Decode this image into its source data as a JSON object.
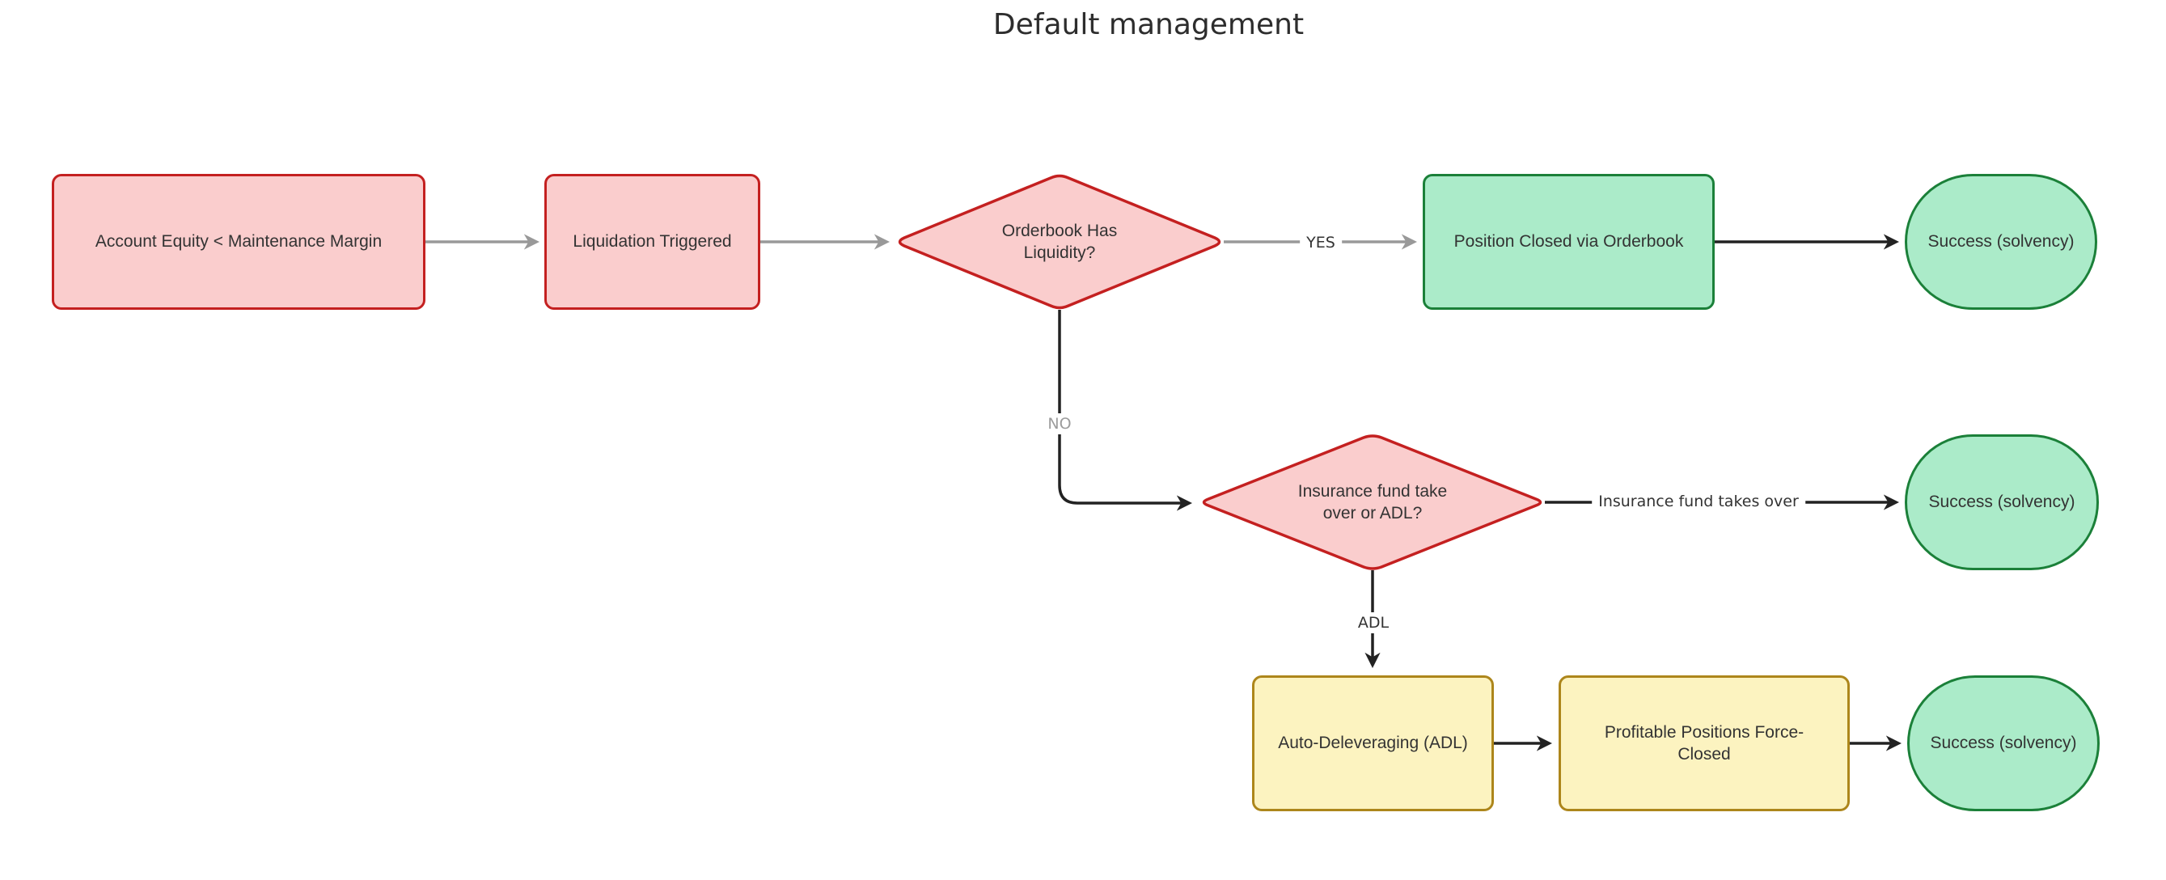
{
  "title": "Default management",
  "colors": {
    "red_fill": "#FACDCD",
    "red_stroke": "#C42020",
    "green_fill": "#ABEBC9",
    "green_stroke": "#1B8039",
    "yellow_fill": "#FCF3C0",
    "yellow_stroke": "#AD861B",
    "gray_edge": "#999999",
    "dark_edge": "#222222",
    "text": "#333333",
    "label_muted": "#9C9C9C"
  },
  "nodes": {
    "account_equity": {
      "label": "Account Equity < Maintenance Margin",
      "shape": "rect",
      "color": "red"
    },
    "liquidation_triggered": {
      "label": "Liquidation Triggered",
      "shape": "rect",
      "color": "red"
    },
    "orderbook_liquidity": {
      "label": "Orderbook Has Liquidity?",
      "shape": "diamond",
      "color": "red"
    },
    "position_closed": {
      "label": "Position Closed via Orderbook",
      "shape": "rect",
      "color": "green"
    },
    "success_1": {
      "label": "Success (solvency)",
      "shape": "stadium",
      "color": "green"
    },
    "insurance_or_adl": {
      "label": "Insurance fund take over or ADL?",
      "shape": "diamond",
      "color": "red"
    },
    "success_2": {
      "label": "Success (solvency)",
      "shape": "stadium",
      "color": "green"
    },
    "auto_deleveraging": {
      "label": "Auto-Deleveraging (ADL)",
      "shape": "rect",
      "color": "yellow"
    },
    "profitable_closed": {
      "label": "Profitable Positions Force-Closed",
      "shape": "rect",
      "color": "yellow"
    },
    "success_3": {
      "label": "Success (solvency)",
      "shape": "stadium",
      "color": "green"
    }
  },
  "edge_labels": {
    "yes": "YES",
    "no": "NO",
    "adl": "ADL",
    "insurance": "Insurance fund takes over"
  },
  "edges": [
    {
      "from": "account_equity",
      "to": "liquidation_triggered",
      "label": ""
    },
    {
      "from": "liquidation_triggered",
      "to": "orderbook_liquidity",
      "label": ""
    },
    {
      "from": "orderbook_liquidity",
      "to": "position_closed",
      "label": "YES"
    },
    {
      "from": "position_closed",
      "to": "success_1",
      "label": ""
    },
    {
      "from": "orderbook_liquidity",
      "to": "insurance_or_adl",
      "label": "NO"
    },
    {
      "from": "insurance_or_adl",
      "to": "success_2",
      "label": "Insurance fund takes over"
    },
    {
      "from": "insurance_or_adl",
      "to": "auto_deleveraging",
      "label": "ADL"
    },
    {
      "from": "auto_deleveraging",
      "to": "profitable_closed",
      "label": ""
    },
    {
      "from": "profitable_closed",
      "to": "success_3",
      "label": ""
    }
  ]
}
